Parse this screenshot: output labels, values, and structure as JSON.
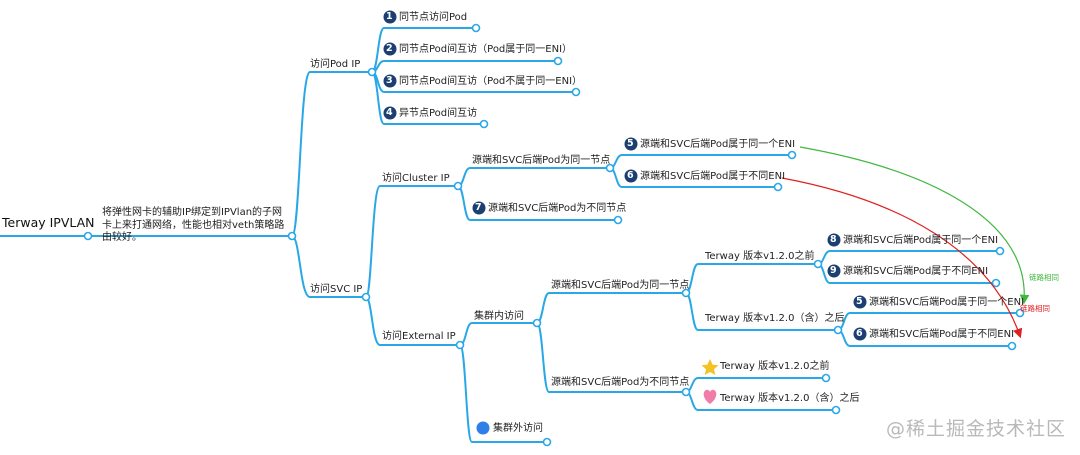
{
  "root": {
    "label": "Terway IPVLAN",
    "desc": "将弹性网卡的辅助IP绑定到IPVlan的子网卡上来打通网络，性能也相对veth策略路由较好。"
  },
  "nodes": {
    "pod_ip": "访问Pod IP",
    "p1": "同节点访问Pod",
    "p2": "同节点Pod间互访（Pod属于同一ENI）",
    "p3": "同节点Pod间互访（Pod不属于同一ENI）",
    "p4": "异节点Pod间互访",
    "svc_ip": "访问SVC IP",
    "cluster_ip": "访问Cluster IP",
    "same_node": "源端和SVC后端Pod为同一节点",
    "c5": "源端和SVC后端Pod属于同一个ENI",
    "c6": "源端和SVC后端Pod属于不同ENI",
    "c7": "源端和SVC后端Pod为不同节点",
    "external_ip": "访问External IP",
    "in_cluster": "集群内访问",
    "e_same_node": "源端和SVC后端Pod为同一节点",
    "before": "Terway 版本v1.2.0之前",
    "e8": "源端和SVC后端Pod属于同一个ENI",
    "e9": "源端和SVC后端Pod属于不同ENI",
    "after": "Terway 版本v1.2.0（含）之后",
    "e5": "源端和SVC后端Pod属于同一个ENI",
    "e6": "源端和SVC后端Pod属于不同ENI",
    "e_diff_node": "源端和SVC后端Pod为不同节点",
    "diff_before": "Terway 版本v1.2.0之前",
    "diff_after": "Terway 版本v1.2.0（含）之后",
    "out_cluster": "集群外访问"
  },
  "badges": {
    "b1": "1",
    "b2": "2",
    "b3": "3",
    "b4": "4",
    "b5": "5",
    "b6": "6",
    "b7": "7",
    "b8": "8",
    "b9": "9",
    "b5b": "5",
    "b6b": "6"
  },
  "annotations": {
    "same_link": "链路相同",
    "same_link2": "链路相同"
  },
  "watermark": "@稀土掘金技术社区",
  "colors": {
    "branch": "#2aa8e6",
    "badge": "#1c3f72",
    "green": "#3fb83f",
    "red": "#e02020",
    "star": "#f5c224",
    "heart": "#f07ca8",
    "dot": "#2f7fe8"
  }
}
